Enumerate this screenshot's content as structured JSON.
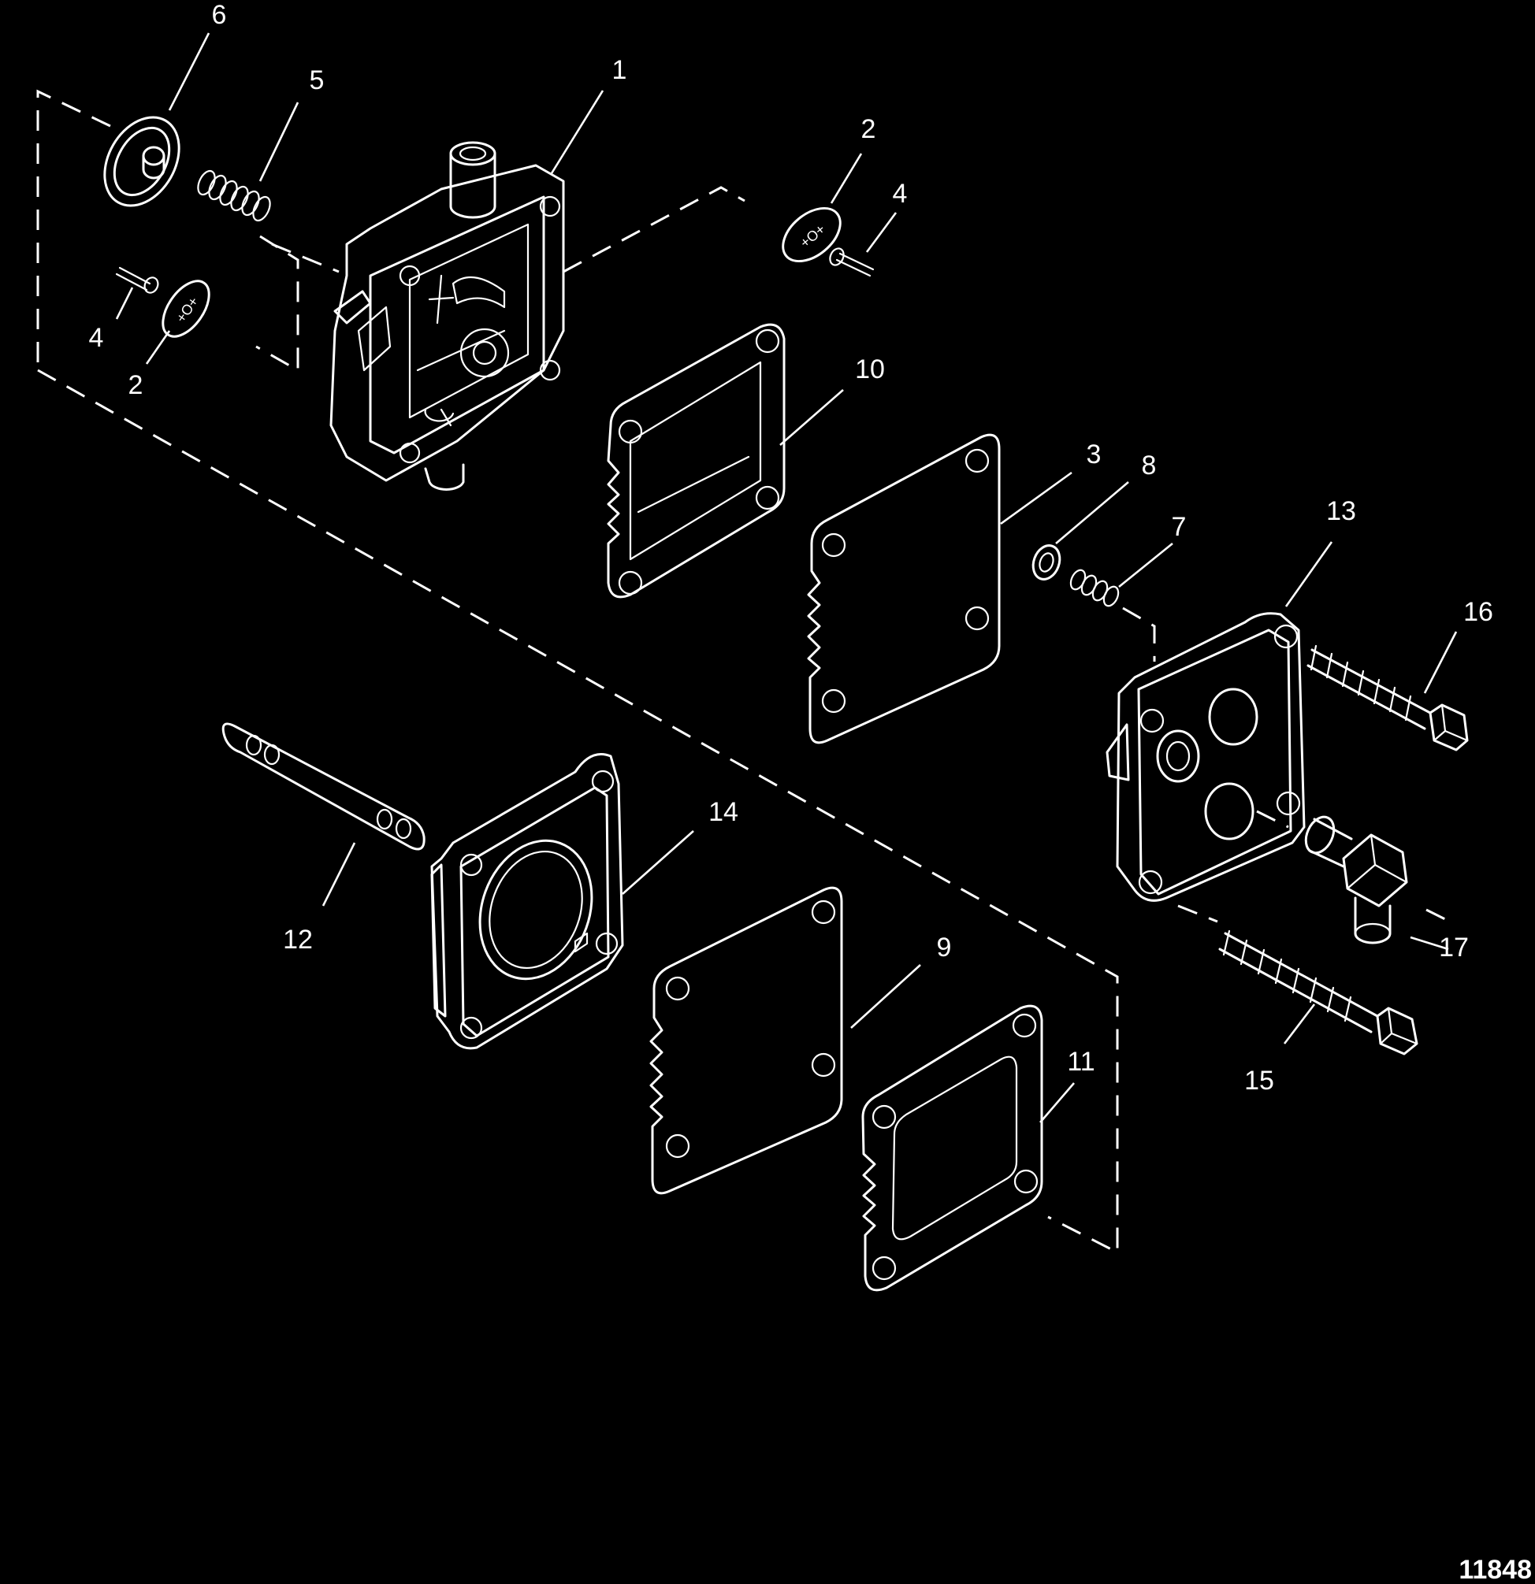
{
  "figure_number": "11848",
  "callouts": {
    "c6": "6",
    "c5": "5",
    "c1": "1",
    "c2a": "2",
    "c4a": "4",
    "c4b": "4",
    "c2b": "2",
    "c10": "10",
    "c3": "3",
    "c8": "8",
    "c7": "7",
    "c13": "13",
    "c16": "16",
    "c14": "14",
    "c12": "12",
    "c17": "17",
    "c9": "9",
    "c11": "11",
    "c15": "15"
  }
}
